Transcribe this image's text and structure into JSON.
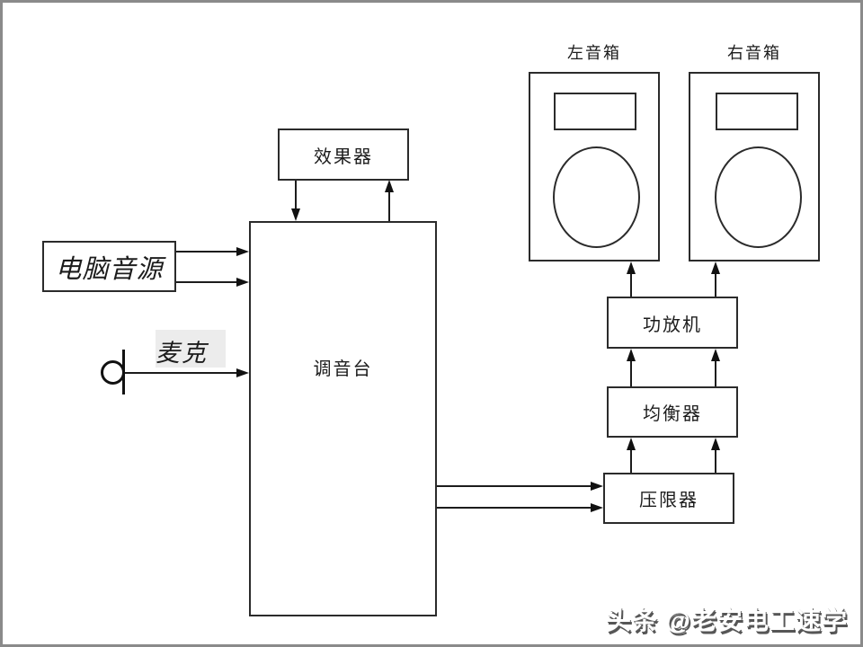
{
  "diagram": {
    "title_hint": "audio-system-wiring-diagram",
    "nodes": {
      "effects": "效果器",
      "mixer": "调音台",
      "computer_source": "电脑音源",
      "mic": "麦克",
      "left_speaker": "左音箱",
      "right_speaker": "右音箱",
      "amplifier": "功放机",
      "equalizer": "均衡器",
      "limiter": "压限器"
    },
    "connections": [
      "computer_source -> mixer (2 lines)",
      "mic -> mixer",
      "effects -> mixer (down)",
      "mixer -> effects (up)",
      "mixer -> limiter (2 lines)",
      "limiter -> equalizer (2 lines)",
      "equalizer -> amplifier (2 lines)",
      "amplifier -> left_speaker",
      "amplifier -> right_speaker"
    ]
  },
  "watermark": {
    "text": "头条 @老安电工速学"
  },
  "colors": {
    "background": "#ffffff",
    "line": "#1c1c1c",
    "box_border": "#2b2b2b",
    "canvas_border": "#8a8a8a",
    "watermark_fill": "#ffffff",
    "watermark_shadow": "#565656",
    "mic_highlight": "#ececec"
  }
}
